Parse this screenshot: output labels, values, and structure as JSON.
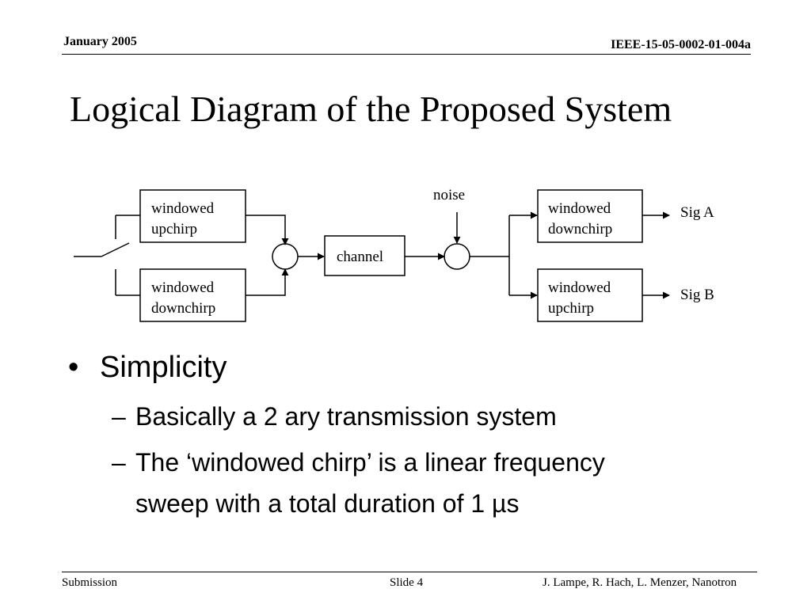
{
  "header": {
    "date": "January 2005",
    "doc_id": "IEEE-15-05-0002-01-004a"
  },
  "title": "Logical Diagram of the Proposed System",
  "diagram": {
    "tx_upper_block": [
      "windowed",
      "upchirp"
    ],
    "tx_lower_block": [
      "windowed",
      "downchirp"
    ],
    "channel_block": "channel",
    "noise_label": "noise",
    "rx_upper_block": [
      "windowed",
      "downchirp"
    ],
    "rx_lower_block": [
      "windowed",
      "upchirp"
    ],
    "output_a": "Sig A",
    "output_b": "Sig B"
  },
  "bullets": {
    "main": "Simplicity",
    "bullet_glyph": "•",
    "dash_glyph": "–",
    "sub1": "Basically a 2 ary transmission system",
    "sub2_line1": "The ‘windowed chirp’ is a linear frequency",
    "sub2_line2": "sweep with a total duration of 1 µs"
  },
  "footer": {
    "left": "Submission",
    "center": "Slide 4",
    "right": "J. Lampe, R. Hach, L. Menzer, Nanotron"
  }
}
